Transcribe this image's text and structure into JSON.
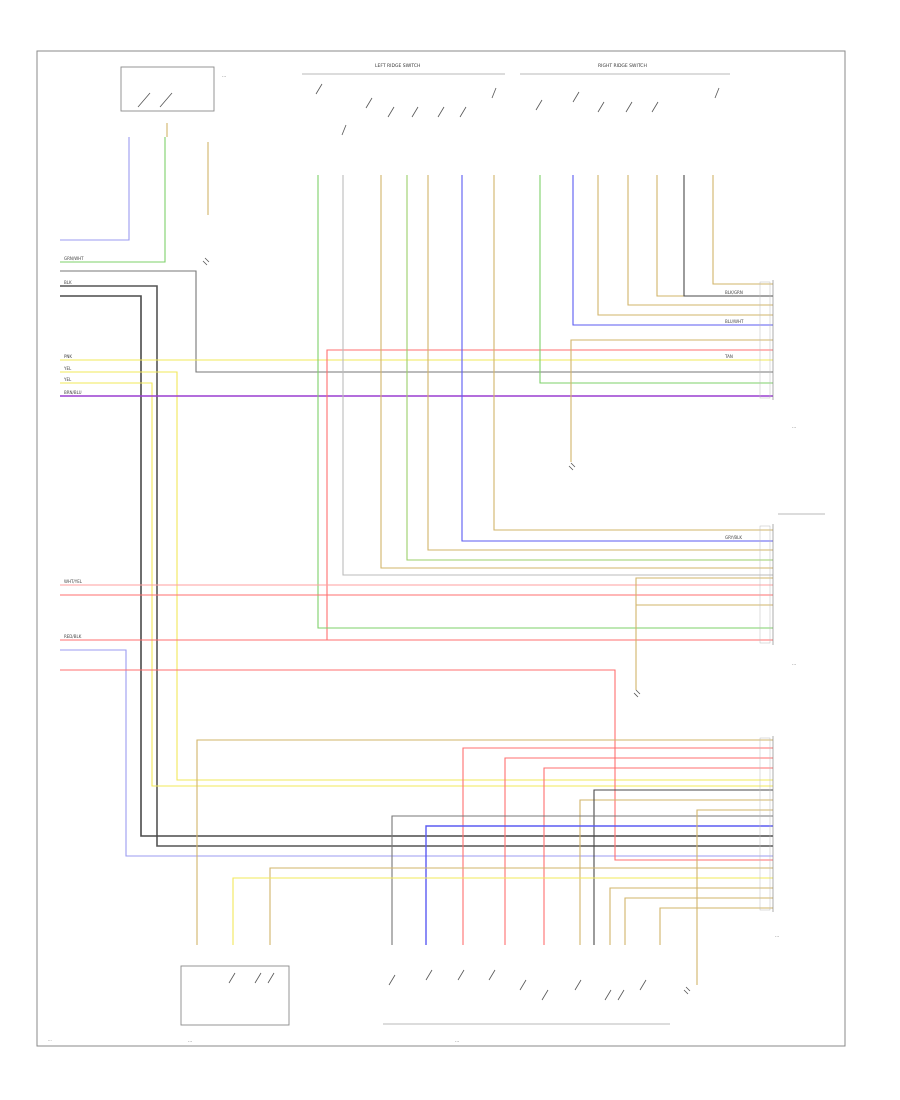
{
  "diagram": {
    "page_id": "...",
    "components": {
      "left_switch": {
        "title": "LEFT RIDGE SWITCH"
      },
      "right_switch": {
        "title": "RIGHT RIDGE SWITCH"
      },
      "top_left_box": {
        "title": "..."
      },
      "right_upper_module": {
        "title": "..."
      },
      "right_middle_module": {
        "title": "..."
      },
      "right_lower_module": {
        "title": "..."
      },
      "bottom_left_switch": {
        "title": "..."
      },
      "bottom_center_switch": {
        "title": "..."
      }
    },
    "wire_labels": [
      "PNK",
      "YEL",
      "YEL",
      "BRN/BLU",
      "GRN/WHT",
      "BLK",
      "WHT/YEL",
      "RED/BLK",
      "BLK/GRN",
      "BLU/WHT",
      "GRY/BLK",
      "TAN"
    ],
    "colors": {
      "frame": "#8a8a8a",
      "yellow": "#f2e85a",
      "red": "#ff6f6f",
      "purple": "#9a3fd1",
      "gray": "#777777",
      "dark": "#4a4a4a",
      "blue": "#5b5bf2",
      "green": "#7ed06a",
      "tan": "#d2b46a",
      "pink": "#ff8f8f"
    }
  }
}
